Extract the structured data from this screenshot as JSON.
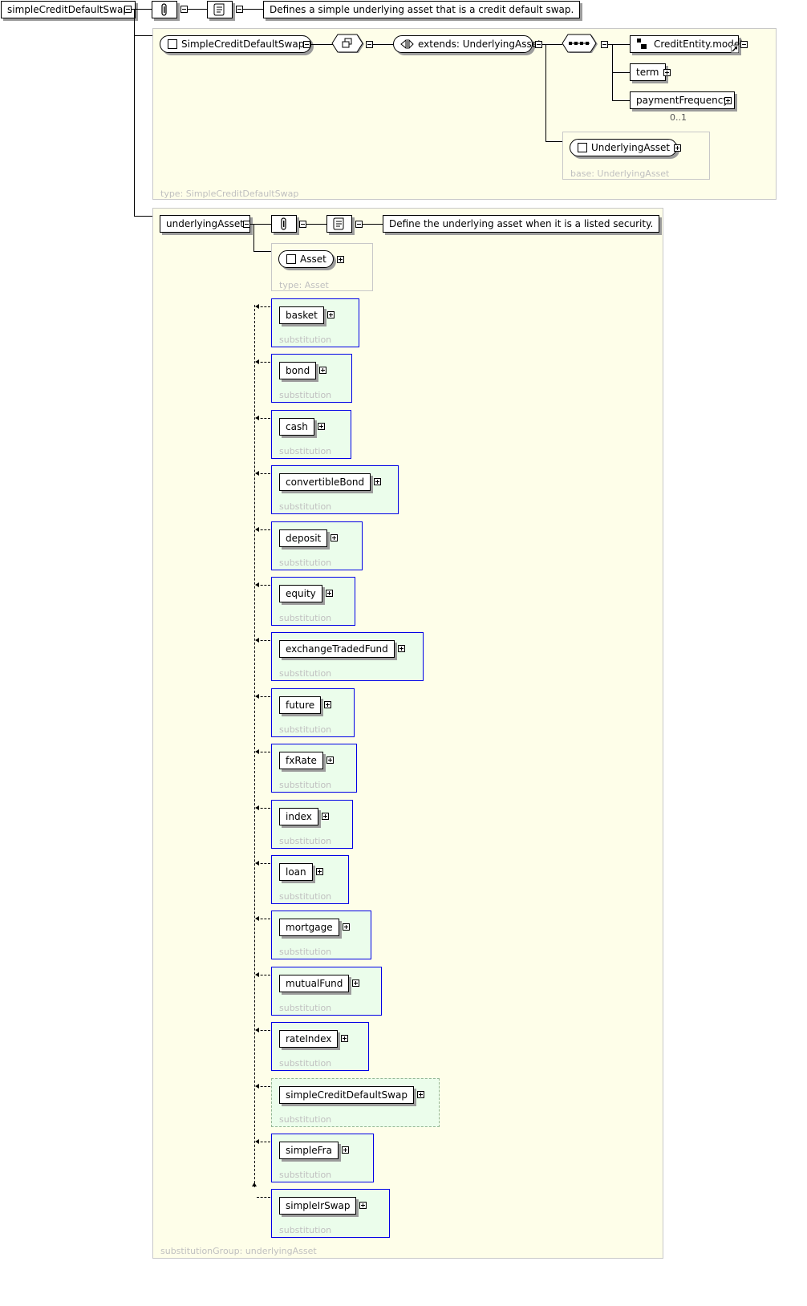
{
  "root": {
    "name": "simpleCreditDefaultSwap",
    "documentation": "Defines a simple underlying asset that is a credit default swap."
  },
  "type_panel": {
    "type_name": "SimpleCreditDefaultSwap",
    "extends_label": "extends: UnderlyingAsset",
    "children": {
      "credit_entity": "CreditEntity.model",
      "term": "term",
      "payment_frequency": "paymentFrequency",
      "payment_frequency_card": "0..1"
    },
    "base_type": "UnderlyingAsset",
    "base_caption": "base: UnderlyingAsset",
    "type_caption": "type: SimpleCreditDefaultSwap"
  },
  "underlying": {
    "name": "underlyingAsset",
    "documentation": "Define the underlying asset when it is a listed security.",
    "asset_type": "Asset",
    "asset_caption": "type: Asset",
    "substitution_label": "substitution",
    "group_caption": "substitutionGroup: underlyingAsset",
    "substitutions": [
      {
        "name": "basket"
      },
      {
        "name": "bond"
      },
      {
        "name": "cash"
      },
      {
        "name": "convertibleBond"
      },
      {
        "name": "deposit"
      },
      {
        "name": "equity"
      },
      {
        "name": "exchangeTradedFund"
      },
      {
        "name": "future"
      },
      {
        "name": "fxRate"
      },
      {
        "name": "index"
      },
      {
        "name": "loan"
      },
      {
        "name": "mortgage"
      },
      {
        "name": "mutualFund"
      },
      {
        "name": "rateIndex"
      },
      {
        "name": "simpleCreditDefaultSwap"
      },
      {
        "name": "simpleFra"
      },
      {
        "name": "simpleIrSwap"
      }
    ]
  },
  "colors": {
    "panel": "#fefee9",
    "substitution_fill": "#ebfdeb",
    "substitution_border": "#0000e6",
    "caption_grey": "#c0c0c0"
  }
}
